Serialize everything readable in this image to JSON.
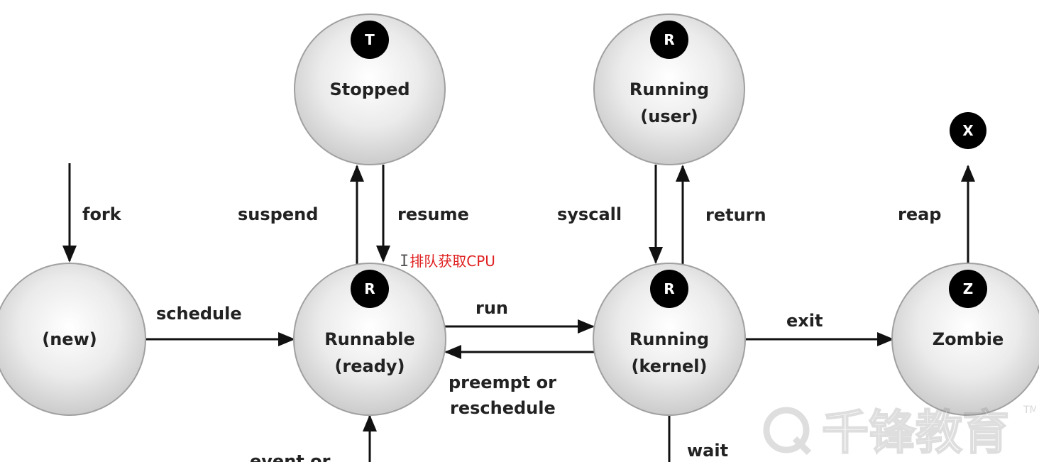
{
  "states": {
    "stopped": {
      "badge": "T",
      "lines": [
        "Stopped"
      ]
    },
    "running_user": {
      "badge": "R",
      "lines": [
        "Running",
        "(user)"
      ]
    },
    "new": {
      "lines": [
        "(new)"
      ]
    },
    "runnable": {
      "badge": "R",
      "lines": [
        "Runnable",
        "(ready)"
      ]
    },
    "running_kernel": {
      "badge": "R",
      "lines": [
        "Running",
        "(kernel)"
      ]
    },
    "zombie": {
      "badge": "Z",
      "lines": [
        "Zombie"
      ]
    },
    "dead": {
      "badge": "X"
    }
  },
  "transitions": {
    "fork": "fork",
    "schedule": "schedule",
    "suspend": "suspend",
    "resume": "resume",
    "run": "run",
    "preempt_1": "preempt or",
    "preempt_2": "reschedule",
    "syscall": "syscall",
    "return": "return",
    "exit": "exit",
    "reap": "reap",
    "wait": "wait",
    "event": "event or"
  },
  "annotation": "排队获取CPU",
  "watermark": {
    "text": "千锋教育",
    "tm": "TM"
  },
  "colors": {
    "circle_edge": "#a0a0a0",
    "circle_center": "#ffffff",
    "circle_outer": "#cfcfcf",
    "badge_fill": "#000000",
    "annotation": "#e02020"
  }
}
